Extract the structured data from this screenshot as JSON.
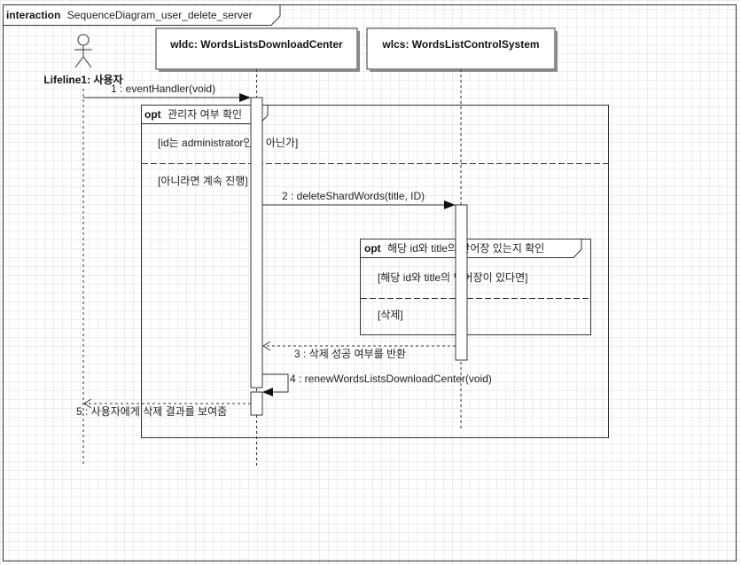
{
  "frame": {
    "keyword": "interaction",
    "name": "SequenceDiagram_user_delete_server"
  },
  "actor": {
    "label": "Lifeline1: 사용자"
  },
  "lifelines": [
    {
      "label": "wldc: WordsListsDownloadCenter"
    },
    {
      "label": "wlcs: WordsListControlSystem"
    }
  ],
  "fragments": {
    "outer": {
      "operator": "opt",
      "title": "관리자 여부 확인",
      "guard1": "[id는 administrator인가 아닌가]",
      "guard2": "[아니라면 계속 진행]"
    },
    "inner": {
      "operator": "opt",
      "title": "해당 id와 title의 단어장 있는지 확인",
      "guard1": "[해당 id와 title의 단어장이 있다면]",
      "guard2": "[삭제]"
    }
  },
  "messages": [
    {
      "label": "1 : eventHandler(void)"
    },
    {
      "label": "2 : deleteShardWords(title, ID)"
    },
    {
      "label": "3 : 삭제 성공 여부를 반환"
    },
    {
      "label": "4 : renewWordsListsDownloadCenter(void)"
    },
    {
      "label": "5 : 사용자에게 삭제 결과를 보여줌"
    }
  ]
}
